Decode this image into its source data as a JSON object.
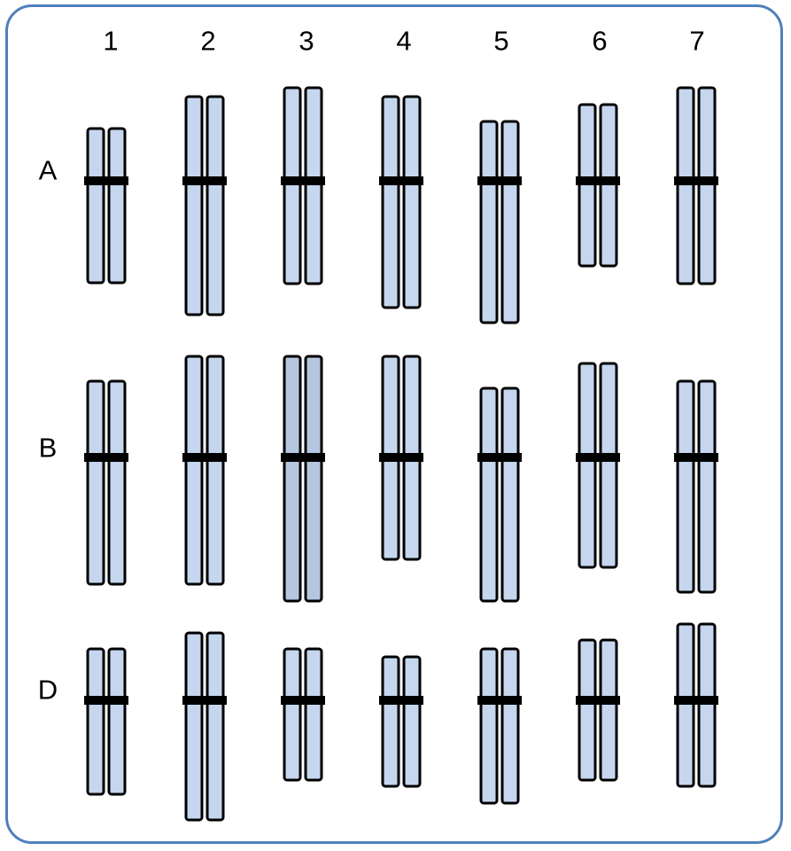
{
  "columns": [
    "1",
    "2",
    "3",
    "4",
    "5",
    "6",
    "7"
  ],
  "rows": [
    "A",
    "B",
    "D"
  ],
  "colors": {
    "chromosome_fill": "#c5d6ee",
    "chromosome_fill_highlight": "#b5c7e0",
    "outline": "#000000",
    "frame_border": "#4f80bd"
  }
}
